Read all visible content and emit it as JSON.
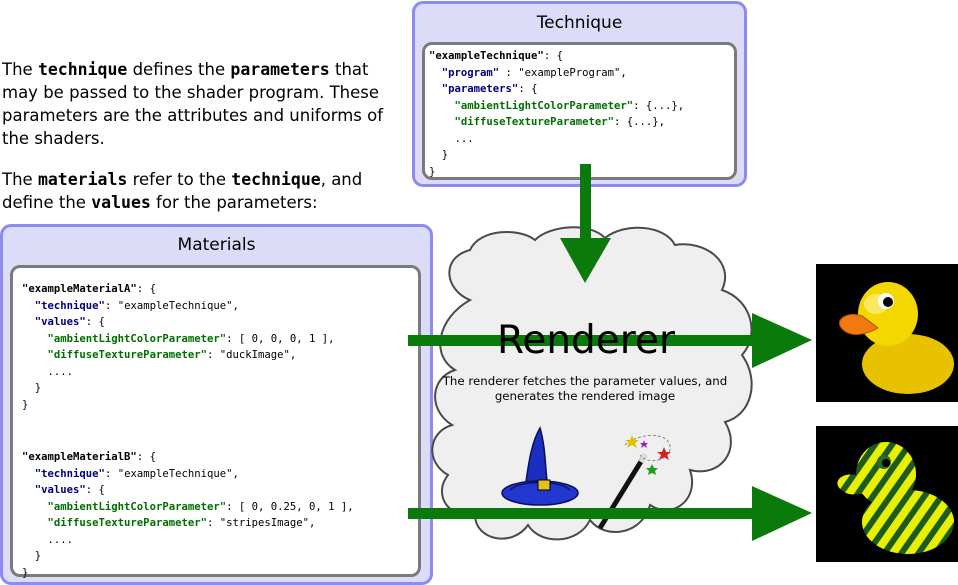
{
  "intro": {
    "p1": [
      "The ",
      "technique",
      " defines the ",
      "parameters",
      " that may be passed to the shader program. These parameters are the attributes and uniforms of the shaders."
    ],
    "p2": [
      "The ",
      "materials",
      " refer to the ",
      "technique",
      ", and define the ",
      "values",
      "  for the parameters:"
    ]
  },
  "technique_panel": {
    "title": "Technique",
    "code": [
      [
        [
          "n",
          "\"exampleTechnique\""
        ],
        [
          "t",
          ": {"
        ]
      ],
      [
        [
          "t",
          "  "
        ],
        [
          "k",
          "\"program\""
        ],
        [
          "t",
          " : \"exampleProgram\","
        ]
      ],
      [
        [
          "t",
          "  "
        ],
        [
          "k",
          "\"parameters\""
        ],
        [
          "t",
          ": {"
        ]
      ],
      [
        [
          "t",
          "    "
        ],
        [
          "g",
          "\"ambientLightColorParameter\""
        ],
        [
          "t",
          ": {...},"
        ]
      ],
      [
        [
          "t",
          "    "
        ],
        [
          "g",
          "\"diffuseTextureParameter\""
        ],
        [
          "t",
          ": {...},"
        ]
      ],
      [
        [
          "t",
          "    ..."
        ]
      ],
      [
        [
          "t",
          "  }"
        ]
      ],
      [
        [
          "t",
          "}"
        ]
      ]
    ]
  },
  "materials_panel": {
    "title": "Materials",
    "code_a": [
      [
        [
          "n",
          "\"exampleMaterialA\""
        ],
        [
          "t",
          ": {"
        ]
      ],
      [
        [
          "t",
          "  "
        ],
        [
          "k",
          "\"technique\""
        ],
        [
          "t",
          ": \"exampleTechnique\","
        ]
      ],
      [
        [
          "t",
          "  "
        ],
        [
          "k",
          "\"values\""
        ],
        [
          "t",
          ": {"
        ]
      ],
      [
        [
          "t",
          "    "
        ],
        [
          "g",
          "\"ambientLightColorParameter\""
        ],
        [
          "t",
          ": [ 0, 0, 0, 1 ],"
        ]
      ],
      [
        [
          "t",
          "    "
        ],
        [
          "g",
          "\"diffuseTextureParameter\""
        ],
        [
          "t",
          ": \"duckImage\","
        ]
      ],
      [
        [
          "t",
          "    ...."
        ]
      ],
      [
        [
          "t",
          "  }"
        ]
      ],
      [
        [
          "t",
          "}"
        ]
      ]
    ],
    "code_b": [
      [
        [
          "n",
          "\"exampleMaterialB\""
        ],
        [
          "t",
          ": {"
        ]
      ],
      [
        [
          "t",
          "  "
        ],
        [
          "k",
          "\"technique\""
        ],
        [
          "t",
          ": \"exampleTechnique\","
        ]
      ],
      [
        [
          "t",
          "  "
        ],
        [
          "k",
          "\"values\""
        ],
        [
          "t",
          ": {"
        ]
      ],
      [
        [
          "t",
          "    "
        ],
        [
          "g",
          "\"ambientLightColorParameter\""
        ],
        [
          "t",
          ": [ 0, 0.25, 0, 1 ],"
        ]
      ],
      [
        [
          "t",
          "    "
        ],
        [
          "g",
          "\"diffuseTextureParameter\""
        ],
        [
          "t",
          ": \"stripesImage\","
        ]
      ],
      [
        [
          "t",
          "    ...."
        ]
      ],
      [
        [
          "t",
          "  }"
        ]
      ],
      [
        [
          "t",
          "}"
        ]
      ]
    ]
  },
  "renderer": {
    "title": "Renderer",
    "description": "The renderer fetches the parameter values, and generates the rendered image"
  },
  "colors": {
    "panel_fill": "#dcdcf8",
    "panel_border": "#8c8cf0",
    "arrow": "#0a7a0a",
    "keyword_blue": "#00007a",
    "keyword_green": "#006e00"
  },
  "icons": [
    "wizard-hat-icon",
    "magic-wand-icon",
    "yellow-duck-render",
    "striped-duck-render"
  ]
}
